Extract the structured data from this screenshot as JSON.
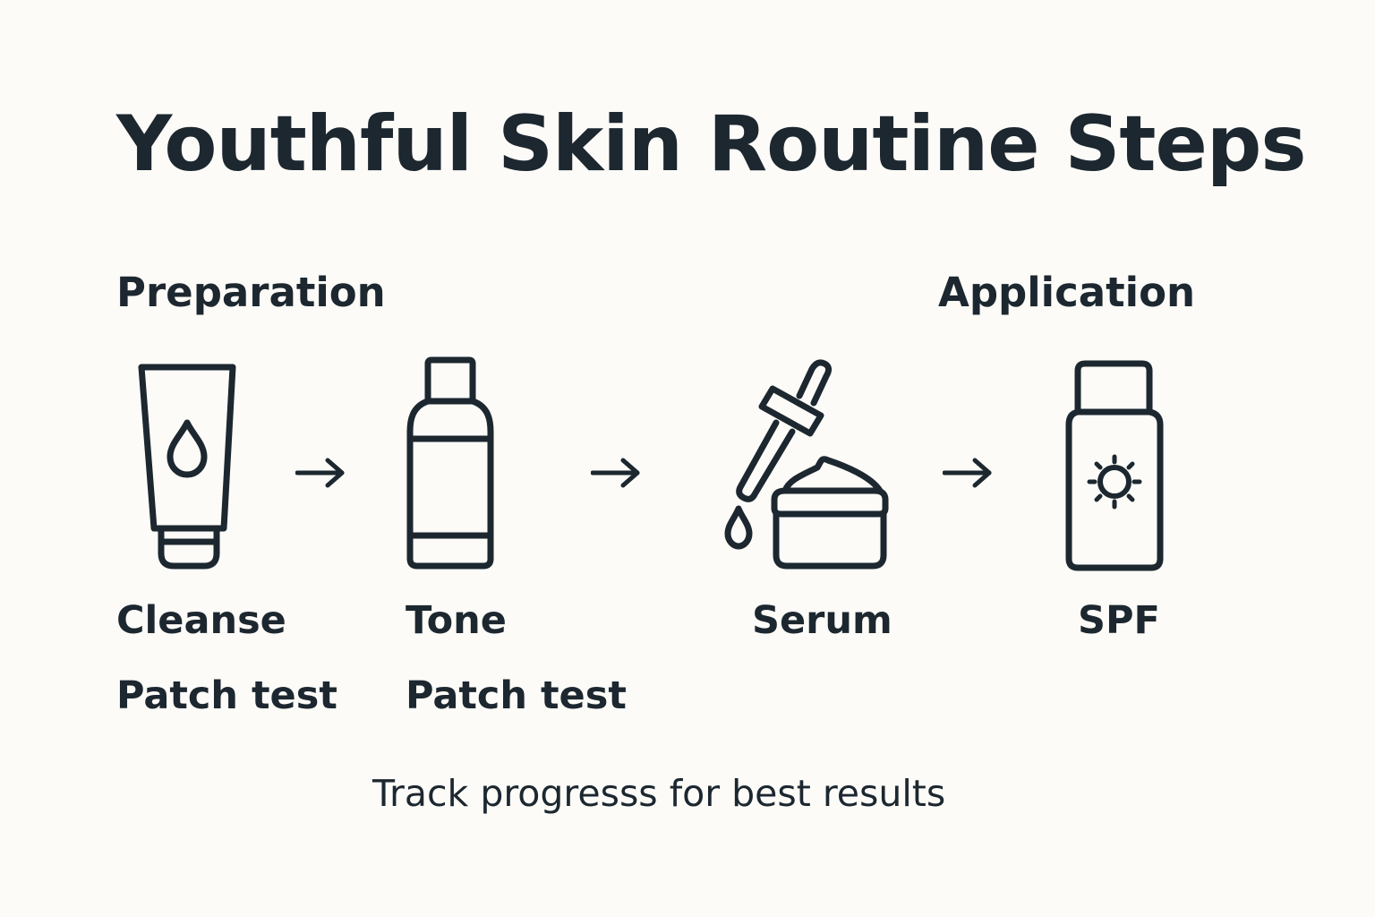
{
  "title": "Youthful Skin Routine Steps",
  "phases": {
    "left": "Preparation",
    "right": "Application"
  },
  "steps": [
    {
      "label": "Cleanse",
      "sub": "Patch test",
      "icon": "cleanser-tube-icon"
    },
    {
      "label": "Tone",
      "sub": "Patch test",
      "icon": "toner-bottle-icon"
    },
    {
      "label": "Serum",
      "icon": "serum-dropper-jar-icon"
    },
    {
      "label": "SPF",
      "icon": "sunscreen-bottle-icon"
    }
  ],
  "footer": "Track progresss for best results",
  "colors": {
    "background": "#fcfbf7",
    "ink": "#1c2730"
  }
}
